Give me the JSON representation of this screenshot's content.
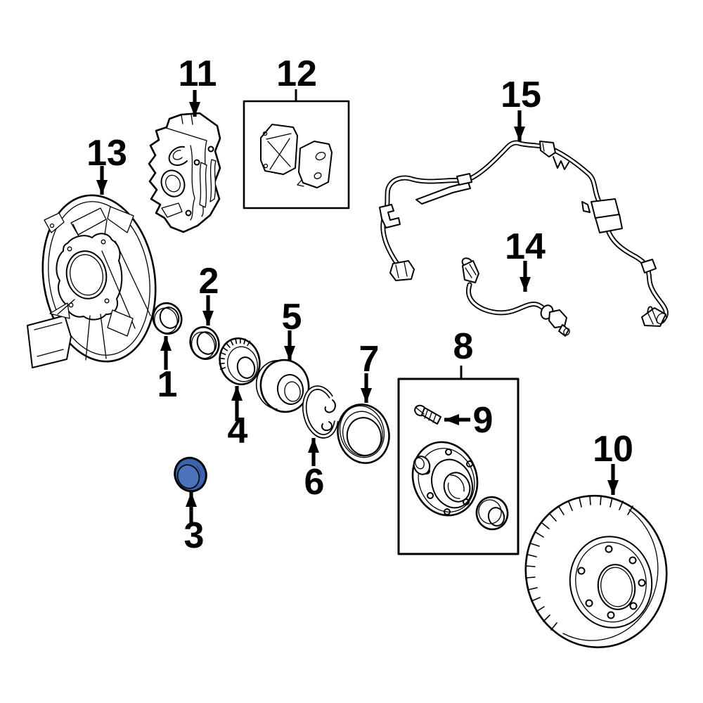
{
  "diagram": {
    "background_color": "#FFFFFF",
    "line_color": "#000000",
    "highlight_color": "#3E63AE",
    "highlighted_callout": "3",
    "callouts": [
      {
        "label": "1",
        "part": "oil-seal-small"
      },
      {
        "label": "2",
        "part": "oil-seal"
      },
      {
        "label": "3",
        "part": "grease-seal-highlighted"
      },
      {
        "label": "4",
        "part": "inner-wheel-bearing"
      },
      {
        "label": "5",
        "part": "wheel-bearing"
      },
      {
        "label": "6",
        "part": "snap-ring"
      },
      {
        "label": "7",
        "part": "grease-cap"
      },
      {
        "label": "8",
        "part": "hub-assembly-box"
      },
      {
        "label": "9",
        "part": "hub-bolt"
      },
      {
        "label": "10",
        "part": "brake-rotor"
      },
      {
        "label": "11",
        "part": "brake-caliper"
      },
      {
        "label": "12",
        "part": "brake-pad-set-box"
      },
      {
        "label": "13",
        "part": "splash-shield"
      },
      {
        "label": "14",
        "part": "brake-hose"
      },
      {
        "label": "15",
        "part": "abs-speed-sensor-wire"
      }
    ]
  }
}
